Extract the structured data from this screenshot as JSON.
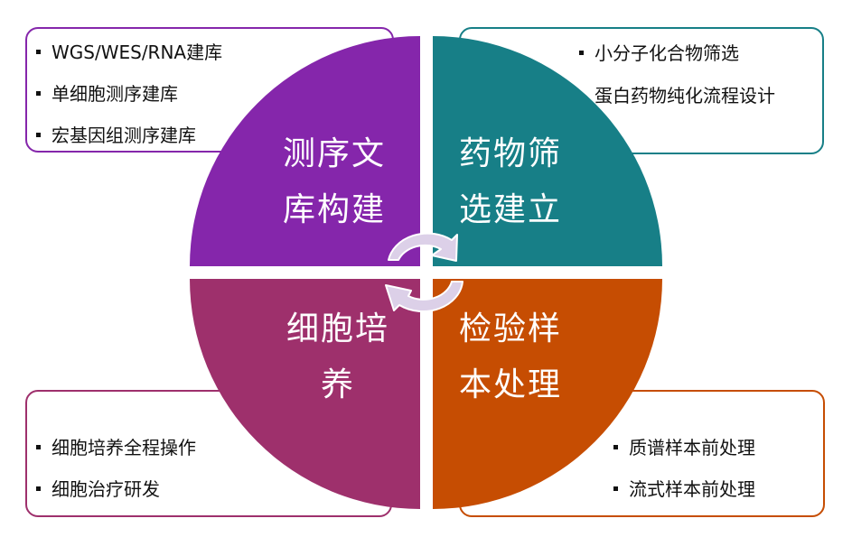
{
  "colors": {
    "sequencing": "#8526ab",
    "drug_screening": "#177f87",
    "cell_culture": "#9e306c",
    "sample_processing": "#c64d02",
    "arrow_fill": "#dcd0e8"
  },
  "quadrants": {
    "top_left": {
      "title_line1": "测序文",
      "title_line2": "库构建",
      "items": [
        "WGS/WES/RNA建库",
        "单细胞测序建库",
        "宏基因组测序建库"
      ]
    },
    "top_right": {
      "title_line1": "药物筛",
      "title_line2": "选建立",
      "items": [
        "小分子化合物筛选",
        "蛋白药物纯化流程设计"
      ]
    },
    "bottom_left": {
      "title_line1": "细胞培",
      "title_line2": "养",
      "items": [
        "细胞培养全程操作",
        "细胞治疗研发"
      ]
    },
    "bottom_right": {
      "title_line1": "检验样",
      "title_line2": "本处理",
      "items": [
        "质谱样本前处理",
        "流式样本前处理"
      ]
    }
  },
  "center_icon": "cycle-arrows-icon"
}
